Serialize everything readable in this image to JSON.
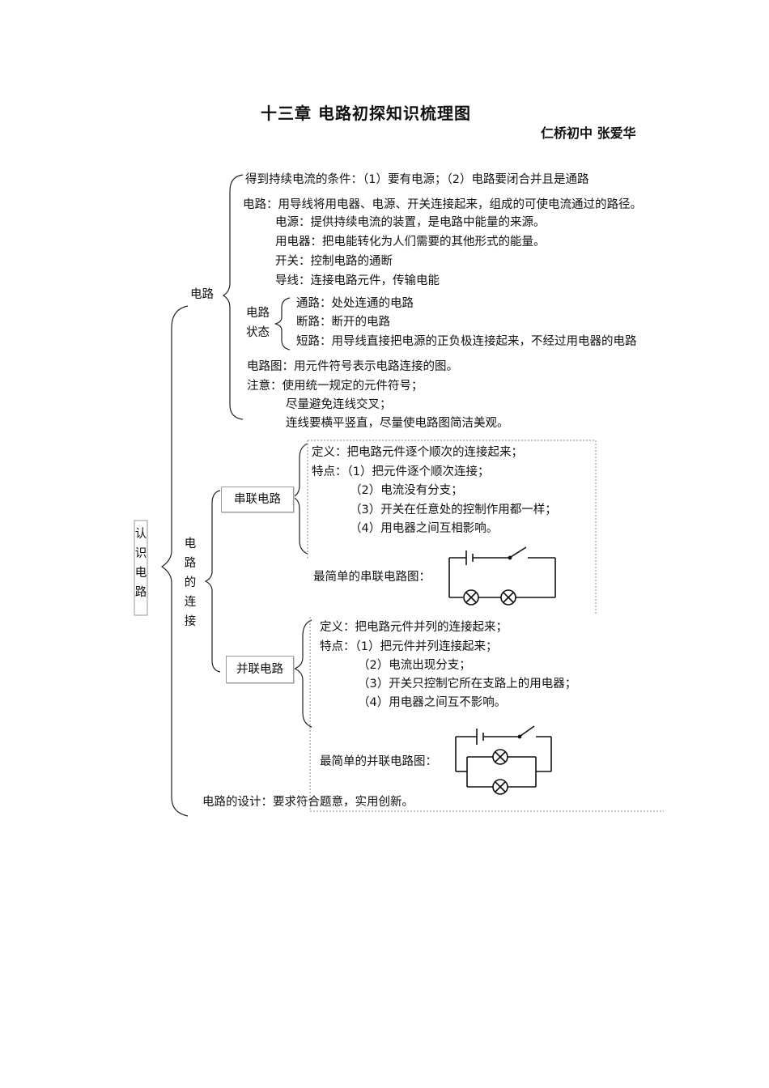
{
  "header": {
    "title": "十三章   电路初探知识梳理图",
    "author": "仁桥初中 张爱华"
  },
  "root": {
    "label": "认识电路"
  },
  "circuit": {
    "label": "电路",
    "condition": "得到持续电流的条件：（1）要有电源；（2）电路要闭合并且是通路",
    "definition": "电路：用导线将用电器、电源、开关连接起来，组成的可使电流通过的路径。",
    "source": "电源：提供持续电流的装置，是电路中能量的来源。",
    "appliance": "用电器：把电能转化为人们需要的其他形式的能量。",
    "switch": "开关：控制电路的通断",
    "wire": "导线：连接电路元件，传输电能",
    "states": {
      "label_line1": "电路",
      "label_line2": "状态",
      "closed": "通路：处处连通的电路",
      "open": "断路：断开的电路",
      "short": "短路：用导线直接把电源的正负极连接起来，不经过用电器的电路"
    },
    "diagram": "电路图：用元件符号表示电路连接的图。",
    "notes": {
      "note1": "注意：使用统一规定的元件符号；",
      "note2": "尽量避免连线交叉；",
      "note3": "连线要横平竖直，尽量使电路图简洁美观。"
    }
  },
  "connection": {
    "label": "电路的连接",
    "series": {
      "label": "串联电路",
      "definition": "定义：把电路元件逐个顺次的连接起来；",
      "feature1": "特点：（1）把元件逐个顺次连接；",
      "feature2": "（2）电流没有分支；",
      "feature3": "（3）开关在任意处的控制作用都一样；",
      "feature4": "（4）用电器之间互相影响。",
      "diagram_label": "最简单的串联电路图："
    },
    "parallel": {
      "label": "并联电路",
      "definition": "定义：把电路元件并列的连接起来；",
      "feature1": "特点：（1）把元件并列连接起来；",
      "feature2": "（2）电流出现分支；",
      "feature3": "（3）开关只控制它所在支路上的用电器；",
      "feature4": "（4）用电器之间互不影响。",
      "diagram_label": "最简单的并联电路图："
    }
  },
  "design": "电路的设计：要求符合题意，实用创新。"
}
